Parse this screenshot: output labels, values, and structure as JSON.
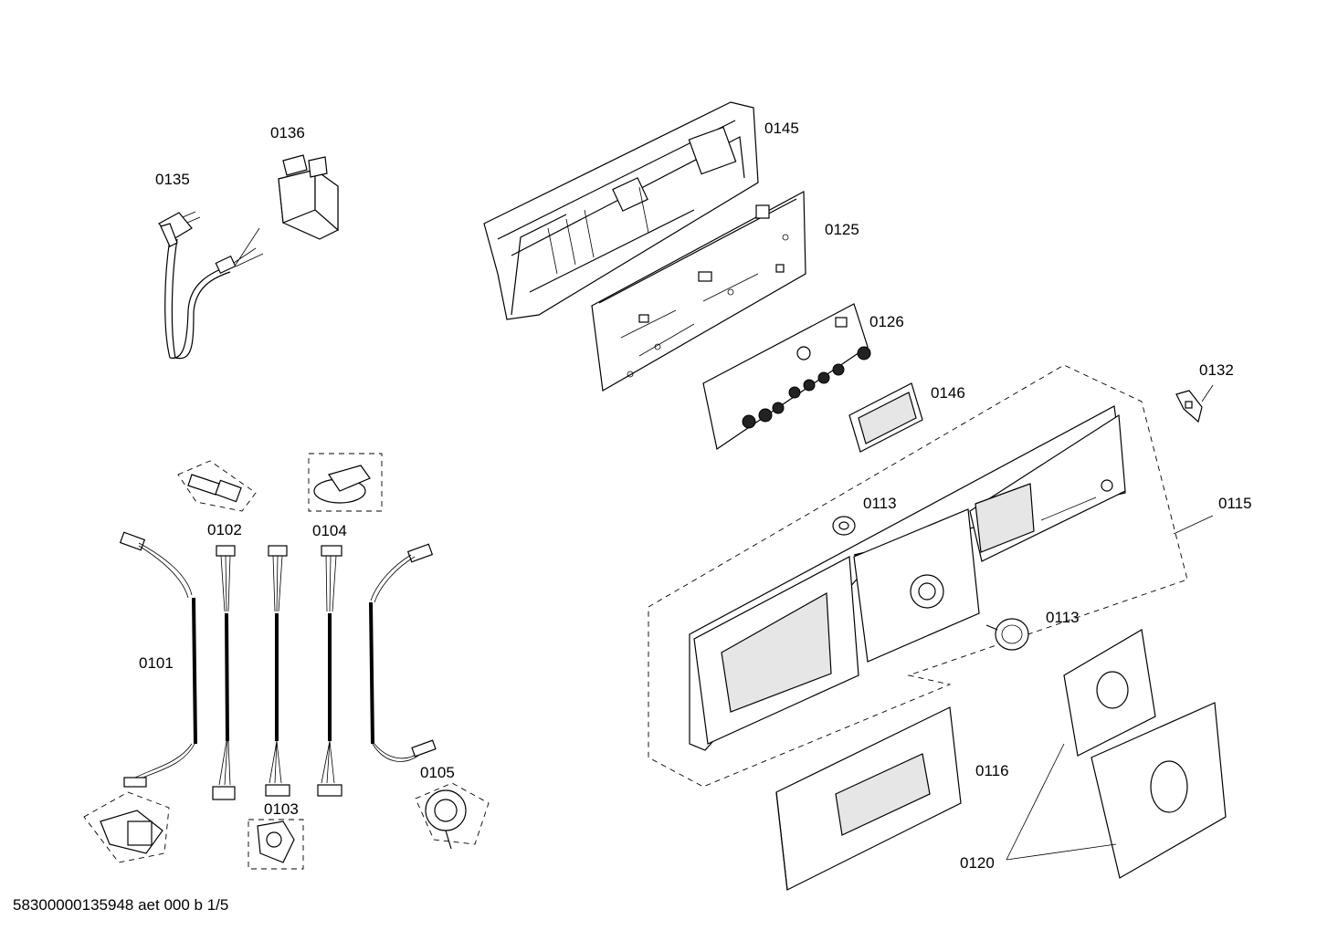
{
  "labels": {
    "p0101": "0101",
    "p0102": "0102",
    "p0103": "0103",
    "p0104": "0104",
    "p0105": "0105",
    "p0113a": "0113",
    "p0113b": "0113",
    "p0115": "0115",
    "p0116": "0116",
    "p0120": "0120",
    "p0125": "0125",
    "p0126": "0126",
    "p0132": "0132",
    "p0135": "0135",
    "p0136": "0136",
    "p0145": "0145",
    "p0146": "0146"
  },
  "footer": "58300000135948 aet 000 b 1/5"
}
